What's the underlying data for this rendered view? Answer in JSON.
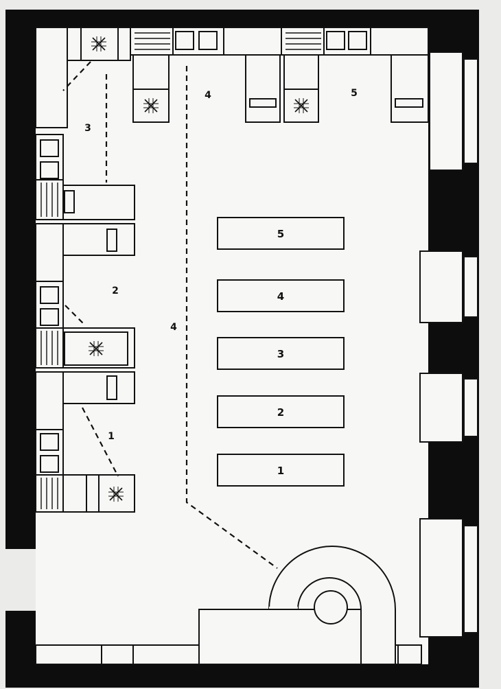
{
  "colors": {
    "paper": "#ebebea",
    "wall": "#0d0d0d",
    "line": "#111111",
    "fill": "#f7f7f5"
  },
  "zone_labels": {
    "zone_1": "1",
    "zone_2": "2",
    "zone_3": "3",
    "zone_4_top": "4",
    "zone_4_mid": "4",
    "zone_5": "5"
  },
  "tables": [
    {
      "label": "5"
    },
    {
      "label": "4"
    },
    {
      "label": "3"
    },
    {
      "label": "2"
    },
    {
      "label": "1"
    }
  ],
  "icons": {
    "hob": "cross-hatch-burner-icon",
    "sink": "sink-icon",
    "drainboard": "drainboard-icon",
    "oven": "round-oven-icon"
  }
}
